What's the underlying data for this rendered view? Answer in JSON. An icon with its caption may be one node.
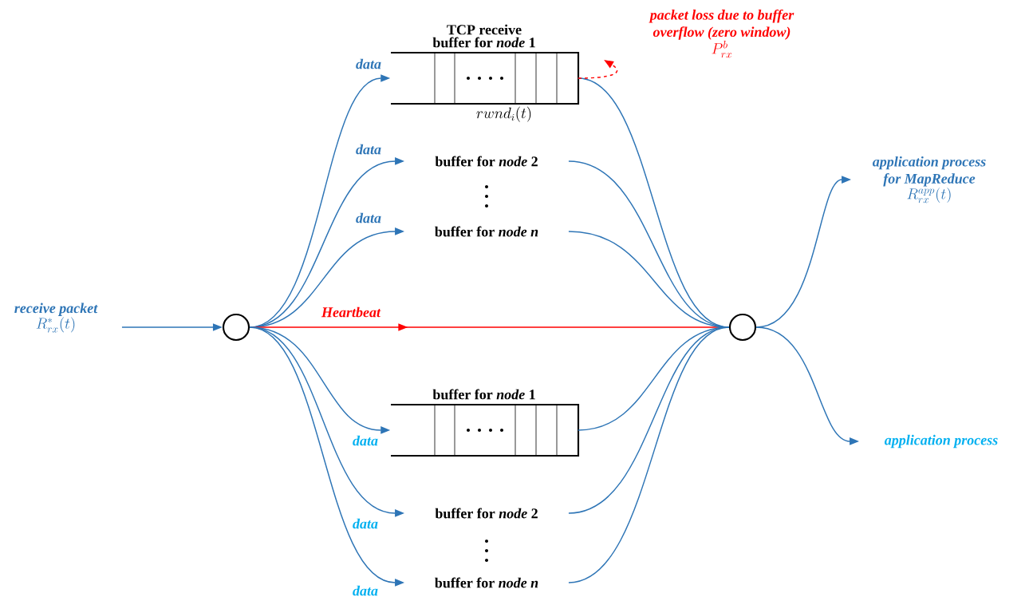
{
  "diagram": {
    "nodes": [
      {
        "text": [
          "receive packet",
          "R_{rx}^{*}(t)"
        ]
      },
      {
        "text": [],
        "shape": "circle"
      },
      {
        "text": [],
        "shape": "circle"
      },
      {
        "text": [
          "TCP receive buffer for *node* 1"
        ],
        "beside": [
          "rwnd_{i}(t)"
        ]
      },
      {
        "text": [
          "buffer for *node* 2"
        ]
      },
      {
        "text": [
          "buffer for *node n*"
        ]
      },
      {
        "text": [
          "buffer for *node* 1"
        ]
      },
      {
        "text": [
          "buffer for *node* 2"
        ]
      },
      {
        "text": [
          "buffer for *node n*"
        ]
      },
      {
        "text": [
          "application process for MapReduce",
          "R_{rx}^{app}(t)"
        ]
      },
      {
        "text": [
          "application process"
        ]
      },
      {
        "text": [
          "packet loss due to buffer overflow (zero window)",
          "P_{rx}^{b}"
        ]
      }
    ],
    "edges": [
      {
        "from": 0,
        "to": 1,
        "arrow": "to"
      },
      {
        "from": 1,
        "to": 3,
        "arrow": "to",
        "label": "data"
      },
      {
        "from": 1,
        "to": 4,
        "arrow": "to",
        "label": "data"
      },
      {
        "from": 1,
        "to": 5,
        "arrow": "to",
        "label": "data"
      },
      {
        "from": 1,
        "to": 2,
        "arrow": "to",
        "label": "Heartbeat",
        "color": "#ff0000"
      },
      {
        "from": 1,
        "to": 6,
        "arrow": "to",
        "label": "data"
      },
      {
        "from": 1,
        "to": 7,
        "arrow": "to",
        "label": "data"
      },
      {
        "from": 1,
        "to": 8,
        "arrow": "to",
        "label": "data"
      },
      {
        "from": 3,
        "to": 2,
        "arrow": "none"
      },
      {
        "from": 4,
        "to": 2,
        "arrow": "none"
      },
      {
        "from": 5,
        "to": 2,
        "arrow": "none"
      },
      {
        "from": 6,
        "to": 2,
        "arrow": "none"
      },
      {
        "from": 7,
        "to": 2,
        "arrow": "none"
      },
      {
        "from": 8,
        "to": 2,
        "arrow": "none"
      },
      {
        "from": 2,
        "to": 9,
        "arrow": "to"
      },
      {
        "from": 2,
        "to": 10,
        "arrow": "to"
      },
      {
        "from": 3,
        "to": 11,
        "arrow": "to",
        "style": "dashed",
        "color": "#ff0000"
      }
    ]
  }
}
